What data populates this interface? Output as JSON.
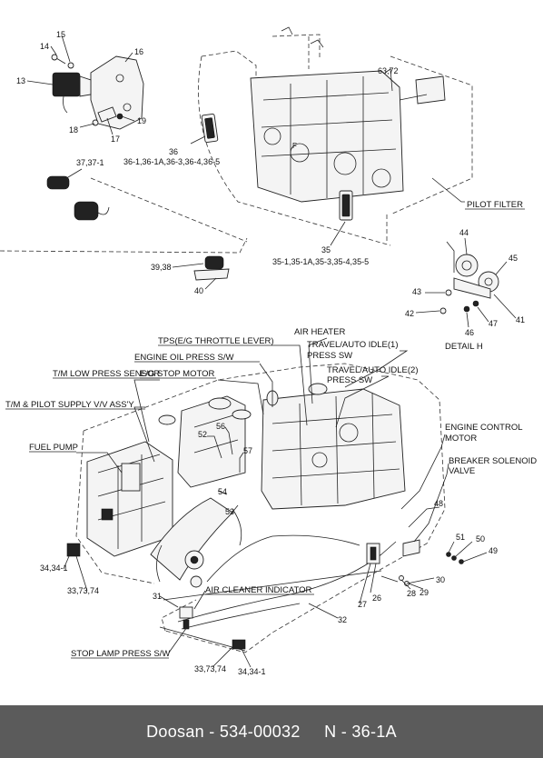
{
  "footer": {
    "brand": "Doosan",
    "sep1": " - ",
    "part_number": "534-00032",
    "sep2": "     ",
    "sheet": "N - 36-1A"
  },
  "labels": {
    "l15": "15",
    "l14": "14",
    "l16": "16",
    "l13": "13",
    "l18": "18",
    "l17": "17",
    "l19": "19",
    "l6372": "63,72",
    "l36": "36",
    "l36sub": "36-1,36-1A,36-3,36-4,36-5",
    "l3737": "37,37-1",
    "pilot_filter": "PILOT FILTER",
    "l35": "35",
    "l35sub": "35-1,35-1A,35-3,35-4,35-5",
    "l3938": "39,38",
    "l40": "40",
    "l44": "44",
    "l45": "45",
    "l43": "43",
    "l42": "42",
    "l46": "46",
    "l47": "47",
    "l41": "41",
    "detail_h": "DETAIL  H",
    "tps": "TPS(E/G THROTTLE LEVER)",
    "air_heater": "AIR HEATER",
    "travel_idle1_a": "TRAVEL/AUTO IDLE(1)",
    "travel_idle1_b": "PRESS SW",
    "engine_oil": "ENGINE OIL PRESS S/W",
    "eg_stop": "E/G STOP MOTOR",
    "travel_idle2_a": "TRAVEL/AUTO IDLE(2)",
    "travel_idle2_b": "PRESS SW",
    "tm_low": "T/M LOW PRESS SENSOR",
    "tm_pilot": "T/M & PILOT SUPPLY V/V ASS'Y",
    "engine_control_a": "ENGINE CONTROL",
    "engine_control_b": "MOTOR",
    "fuel_pump": "FUEL PUMP",
    "breaker_a": "BREAKER SOLENOID",
    "breaker_b": "VALVE",
    "l56": "56",
    "l52": "52",
    "l57": "57",
    "l54": "54",
    "l53": "53",
    "l48": "48",
    "l51": "51",
    "l50": "50",
    "l49": "49",
    "l3434a": "34,34-1",
    "l337374a": "33,73,74",
    "l30": "30",
    "l27": "27",
    "l26": "26",
    "l28": "28",
    "l29": "29",
    "l31": "31",
    "air_cleaner": "AIR CLEANER INDICATOR",
    "l32": "32",
    "stop_lamp": "STOP LAMP PRESS S/W",
    "l337374b": "33,73,74",
    "l3434b": "34,34-1"
  }
}
